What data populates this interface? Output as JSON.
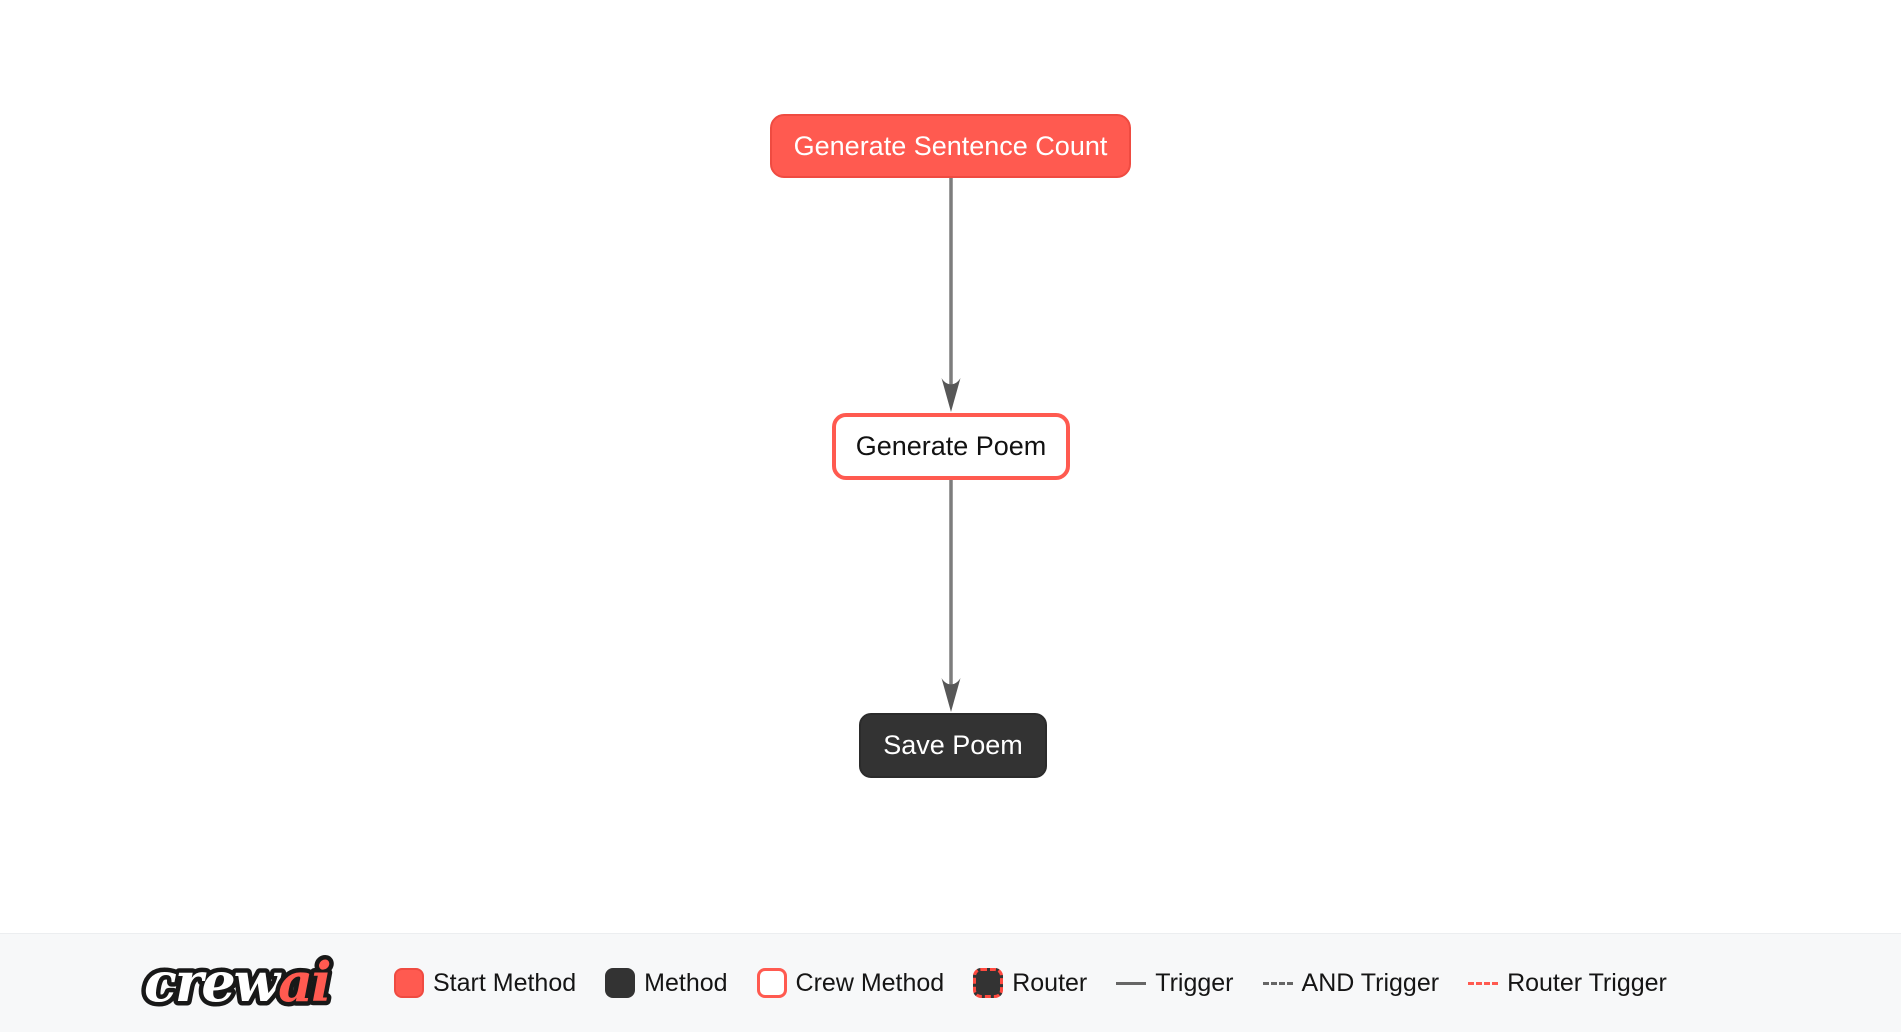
{
  "flow": {
    "nodes": [
      {
        "label": "Generate Sentence Count",
        "type": "start-method"
      },
      {
        "label": "Generate Poem",
        "type": "crew-method"
      },
      {
        "label": "Save Poem",
        "type": "method"
      }
    ],
    "edges": [
      {
        "from": "Generate Sentence Count",
        "to": "Generate Poem",
        "type": "trigger"
      },
      {
        "from": "Generate Poem",
        "to": "Save Poem",
        "type": "trigger"
      }
    ]
  },
  "legend": {
    "logo_crew": "crew",
    "logo_ai": "ai",
    "items": [
      {
        "label": "Start Method",
        "swatch": "start-method"
      },
      {
        "label": "Method",
        "swatch": "method"
      },
      {
        "label": "Crew Method",
        "swatch": "crew-method"
      },
      {
        "label": "Router",
        "swatch": "router"
      },
      {
        "label": "Trigger",
        "line": "solid-gray"
      },
      {
        "label": "AND Trigger",
        "line": "dashed-gray"
      },
      {
        "label": "Router Trigger",
        "line": "dashed-red"
      }
    ]
  },
  "colors": {
    "accent_red": "#FF5A50",
    "dark_method": "#333333",
    "edge_gray": "#7d7d7d",
    "arrowhead_gray": "#575757",
    "legend_background": "#f7f8f9",
    "canvas_background": "#ffffff"
  }
}
